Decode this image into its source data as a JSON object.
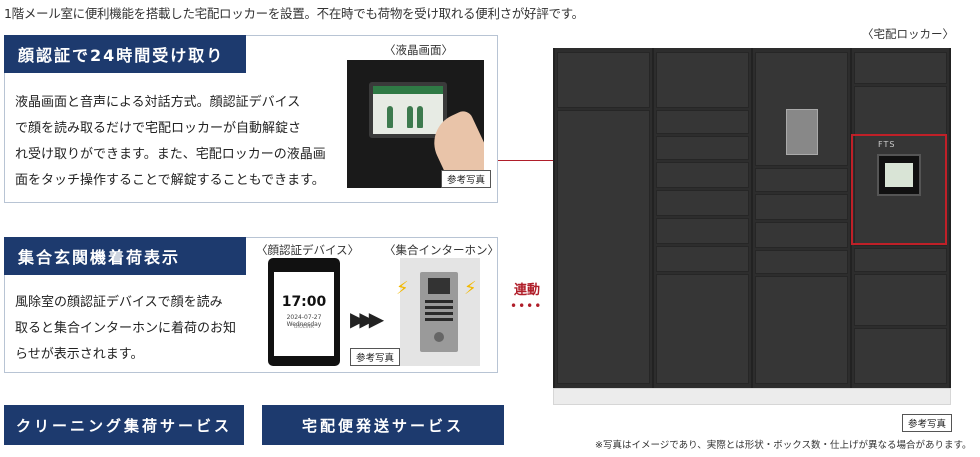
{
  "intro": "1階メール室に便利機能を搭載した宅配ロッカーを設置。不在時でも荷物を受け取れる便利さが好評です。",
  "section1": {
    "title": "顔認証で24時間受け取り",
    "lines": [
      "液晶画面と音声による対話方式。顔認証デバイス",
      "で顔を読み取るだけで宅配ロッカーが自動解錠さ",
      "れ受け取りができます。また、宅配ロッカーの液晶画",
      "面をタッチ操作することで解錠することもできます。"
    ],
    "photo_caption": "〈液晶画面〉",
    "ref_label": "参考写真"
  },
  "section2": {
    "title": "集合玄関機着荷表示",
    "lines": [
      "風除室の顔認証デバイスで顔を読み",
      "取ると集合インターホンに着荷のお知",
      "らせが表示されます。"
    ],
    "device_caption": "〈顔認証デバイス〉",
    "intercom_caption": "〈集合インターホン〉",
    "device_time": "17:00",
    "device_date": "2024-07-27 Wednesday",
    "device_brand": "BIOLINK",
    "arrow": "▶▶▶",
    "ref_label": "参考写真"
  },
  "linkage_label": "連動",
  "linkage_dots": "••••",
  "services": {
    "cleaning": "クリーニング集荷サービス",
    "delivery": "宅配便発送サービス"
  },
  "locker": {
    "caption": "〈宅配ロッカー〉",
    "brand": "FTS",
    "ref_label": "参考写真"
  },
  "footnote": "※写真はイメージであり、実際とは形状・ボックス数・仕上げが異なる場合があります。",
  "colors": {
    "navy": "#1d3a6e",
    "accent_red": "#b01e2a",
    "locker_body": "#2d2d2d"
  }
}
